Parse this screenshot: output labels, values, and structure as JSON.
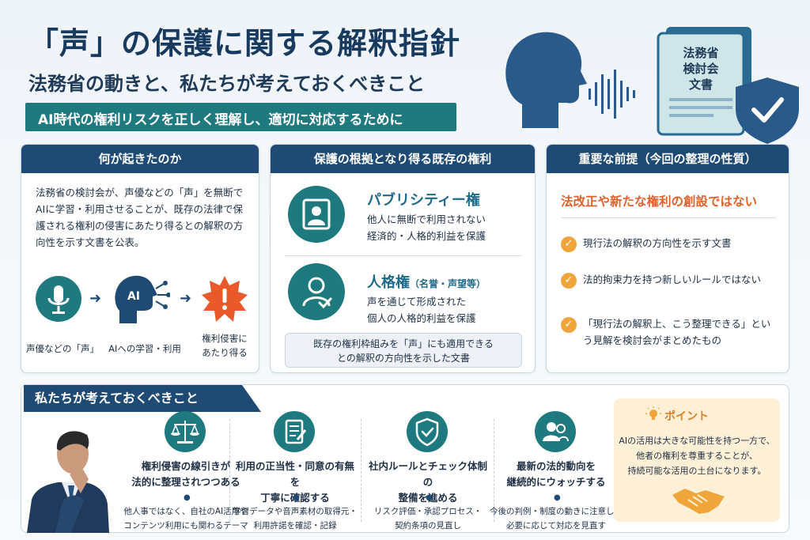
{
  "header": {
    "title": "「声」の保護に関する解釈指針",
    "subtitle": "法務省の動きと、私たちが考えておくべきこと",
    "banner": "AI時代の権利リスクを正しく理解し、適切に対応するために",
    "document_label_line1": "法務省",
    "document_label_line2": "検討会",
    "document_label_line3": "文書"
  },
  "what_happened": {
    "heading": "何が起きたのか",
    "body": "法務省の検討会が、声優などの「声」を無断でAIに学習・利用させることが、既存の法律で保護される権利の侵害にあたり得るとの解釈の方向性を示す文書を公表。",
    "flow": [
      {
        "icon": "microphone-icon",
        "label": "声優などの「声」"
      },
      {
        "icon": "ai-head-icon",
        "label": "AIへの学習・利用"
      },
      {
        "icon": "warning-burst-icon",
        "label": "権利侵害に\nあたり得る"
      }
    ],
    "ai_text": "AI"
  },
  "existing_rights": {
    "heading": "保護の根拠となり得る既存の権利",
    "items": [
      {
        "icon": "portrait-icon",
        "title": "パブリシティー権",
        "title_note": "",
        "desc_line1": "他人に無断で利用されない",
        "desc_line2": "経済的・人格的利益を保護"
      },
      {
        "icon": "person-check-icon",
        "title": "人格権",
        "title_note": "（名誉・声望等）",
        "desc_line1": "声を通じて形成された",
        "desc_line2": "個人の人格的利益を保護"
      }
    ],
    "note_line1": "既存の権利枠組みを「声」にも適用できる",
    "note_line2": "との解釈の方向性を示した文書"
  },
  "premise": {
    "heading": "重要な前提（今回の整理の性質）",
    "headline": "法改正や新たな権利の創設ではない",
    "items": [
      "現行法の解釈の方向性を示す文書",
      "法的拘束力を持つ新しいルールではない",
      "「現行法の解釈上、こう整理できる」という見解を検討会がまとめたもの"
    ]
  },
  "considerations": {
    "heading": "私たちが考えておくべきこと",
    "columns": [
      {
        "icon": "scales-icon",
        "title": "権利侵害の線引きが\n法的に整理されつつある",
        "desc": "他人事ではなく、自社のAI活用や\nコンテンツ利用にも関わるテーマ"
      },
      {
        "icon": "checklist-icon",
        "title": "利用の正当性・同意の有無を\n丁寧に確認する",
        "desc": "学習データや音声素材の取得元・\n利用許諾を確認・記録"
      },
      {
        "icon": "shield-check-icon",
        "title": "社内ルールとチェック体制の\n整備を進める",
        "desc": "リスク評価・承認プロセス・\n契約条項の見直し"
      },
      {
        "icon": "people-icon",
        "title": "最新の法的動向を\n継続的にウォッチする",
        "desc": "今後の判例・制度の動きに注意し、\n必要に応じて対応を見直す"
      }
    ],
    "point": {
      "icon": "lightbulb-icon",
      "title": "ポイント",
      "text": "AIの活用は大きな可能性を持つ一方で、\n他者の権利を尊重することが、\n持続可能な活用の土台になります。"
    }
  },
  "colors": {
    "navy": "#1f4a74",
    "teal": "#1f7a80",
    "orange": "#e0602a",
    "accent_yellow": "#f0a53a"
  }
}
